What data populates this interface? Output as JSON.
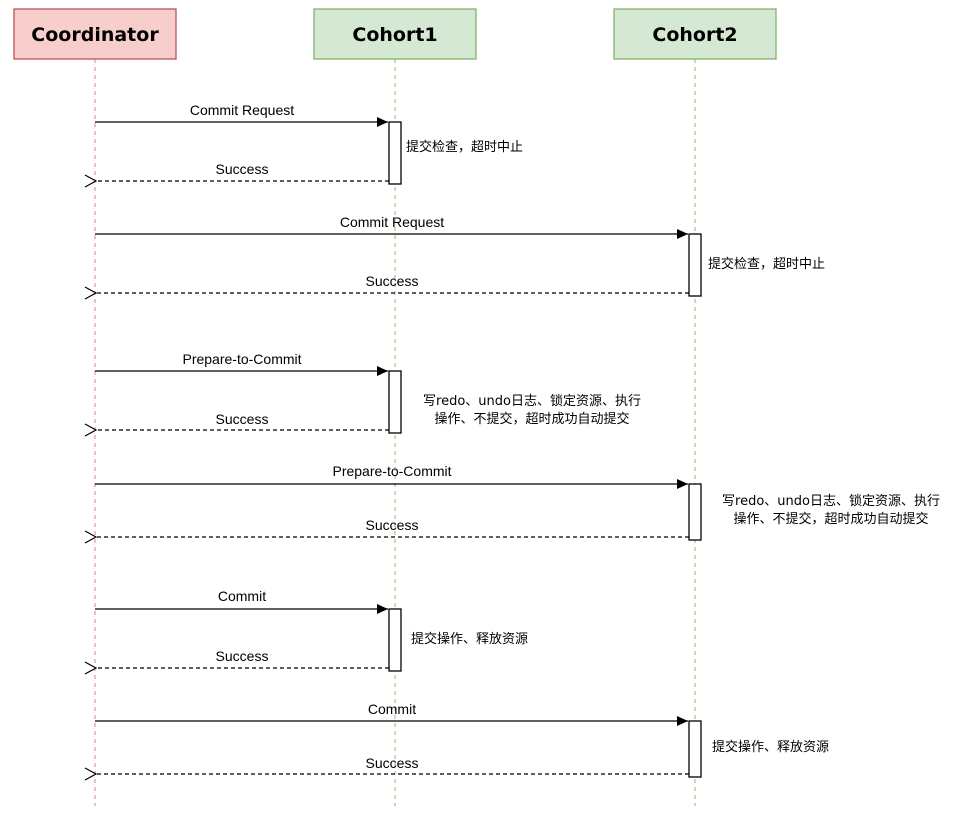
{
  "diagram": {
    "type": "sequence",
    "participants": [
      {
        "id": "coordinator",
        "label": "Coordinator",
        "fill": "#f8cecc",
        "stroke": "#b85450",
        "lifeline": "#d9a3a0"
      },
      {
        "id": "cohort1",
        "label": "Cohort1",
        "fill": "#d5e8d4",
        "stroke": "#82b366",
        "lifeline": "#9ccf8c"
      },
      {
        "id": "cohort2",
        "label": "Cohort2",
        "fill": "#d5e8d4",
        "stroke": "#82b366",
        "lifeline": "#9ccf8c"
      }
    ],
    "interactions": [
      {
        "from": "coordinator",
        "to": "cohort1",
        "request": "Commit Request",
        "response": "Success",
        "note": [
          "提交检查，超时中止"
        ]
      },
      {
        "from": "coordinator",
        "to": "cohort2",
        "request": "Commit Request",
        "response": "Success",
        "note": [
          "提交检查，超时中止"
        ]
      },
      {
        "from": "coordinator",
        "to": "cohort1",
        "request": "Prepare-to-Commit",
        "response": "Success",
        "note": [
          "写redo、undo日志、锁定资源、执行",
          "操作、不提交，超时成功自动提交"
        ]
      },
      {
        "from": "coordinator",
        "to": "cohort2",
        "request": "Prepare-to-Commit",
        "response": "Success",
        "note": [
          "写redo、undo日志、锁定资源、执行",
          "操作、不提交，超时成功自动提交"
        ]
      },
      {
        "from": "coordinator",
        "to": "cohort1",
        "request": "Commit",
        "response": "Success",
        "note": [
          "提交操作、释放资源"
        ]
      },
      {
        "from": "coordinator",
        "to": "cohort2",
        "request": "Commit",
        "response": "Success",
        "note": [
          "提交操作、释放资源"
        ]
      }
    ]
  }
}
